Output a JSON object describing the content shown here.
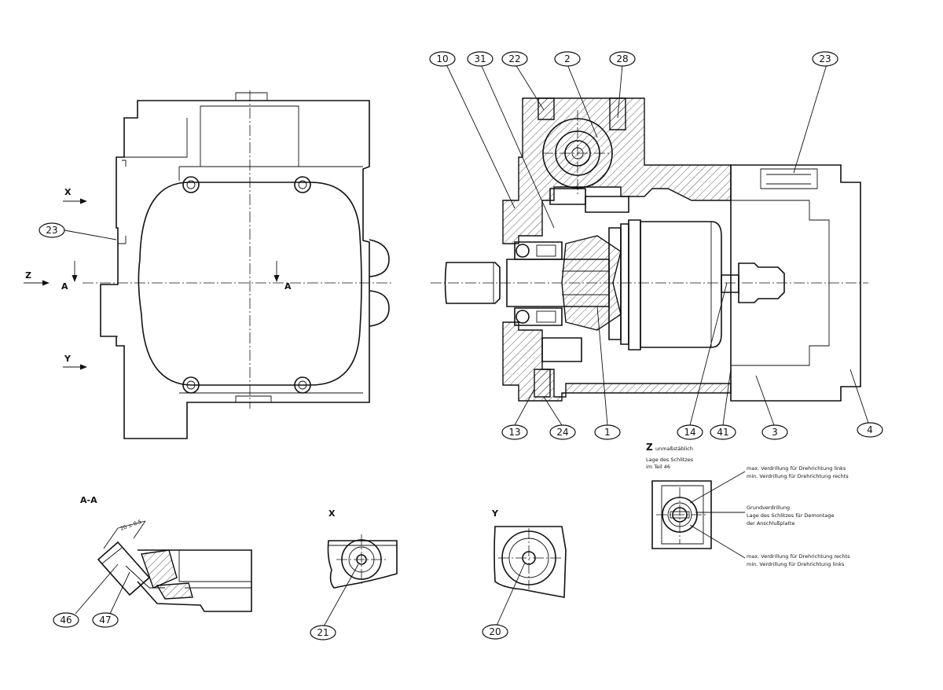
{
  "part_numbers": {
    "n10": "10",
    "n31": "31",
    "n22": "22",
    "n2": "2",
    "n28": "28",
    "n23_top": "23",
    "n23_left": "23",
    "n13": "13",
    "n24": "24",
    "n1": "1",
    "n14": "14",
    "n41": "41",
    "n3": "3",
    "n4": "4",
    "n46": "46",
    "n47": "47",
    "n21": "21",
    "n20": "20"
  },
  "labels": {
    "x_arrow": "X",
    "y_arrow": "Y",
    "z_arrow": "Z",
    "a_left": "A",
    "a_right": "A",
    "section_aa": "A-A",
    "view_x": "X",
    "view_y": "Y",
    "dimension": "20 ± 0.5"
  },
  "view_z": {
    "title_letter": "Z",
    "title_suffix": "unmaßstäblich",
    "subtitle_1": "Lage des Schlitzes",
    "subtitle_2": "im Teil 46",
    "note_top_1": "max. Verdrillung für Drehrichtung links",
    "note_top_2": "min. Verdrillung für Drehrichtung rechts",
    "note_mid_1": "Grundverdrillung",
    "note_mid_2": "Lage des Schlitzes für Demontage",
    "note_mid_3": "der Anschlußplatte",
    "note_bot_1": "max. Verdrillung für Drehrichtung rechts",
    "note_bot_2": "min. Verdrillung für Drehrichtung links"
  }
}
